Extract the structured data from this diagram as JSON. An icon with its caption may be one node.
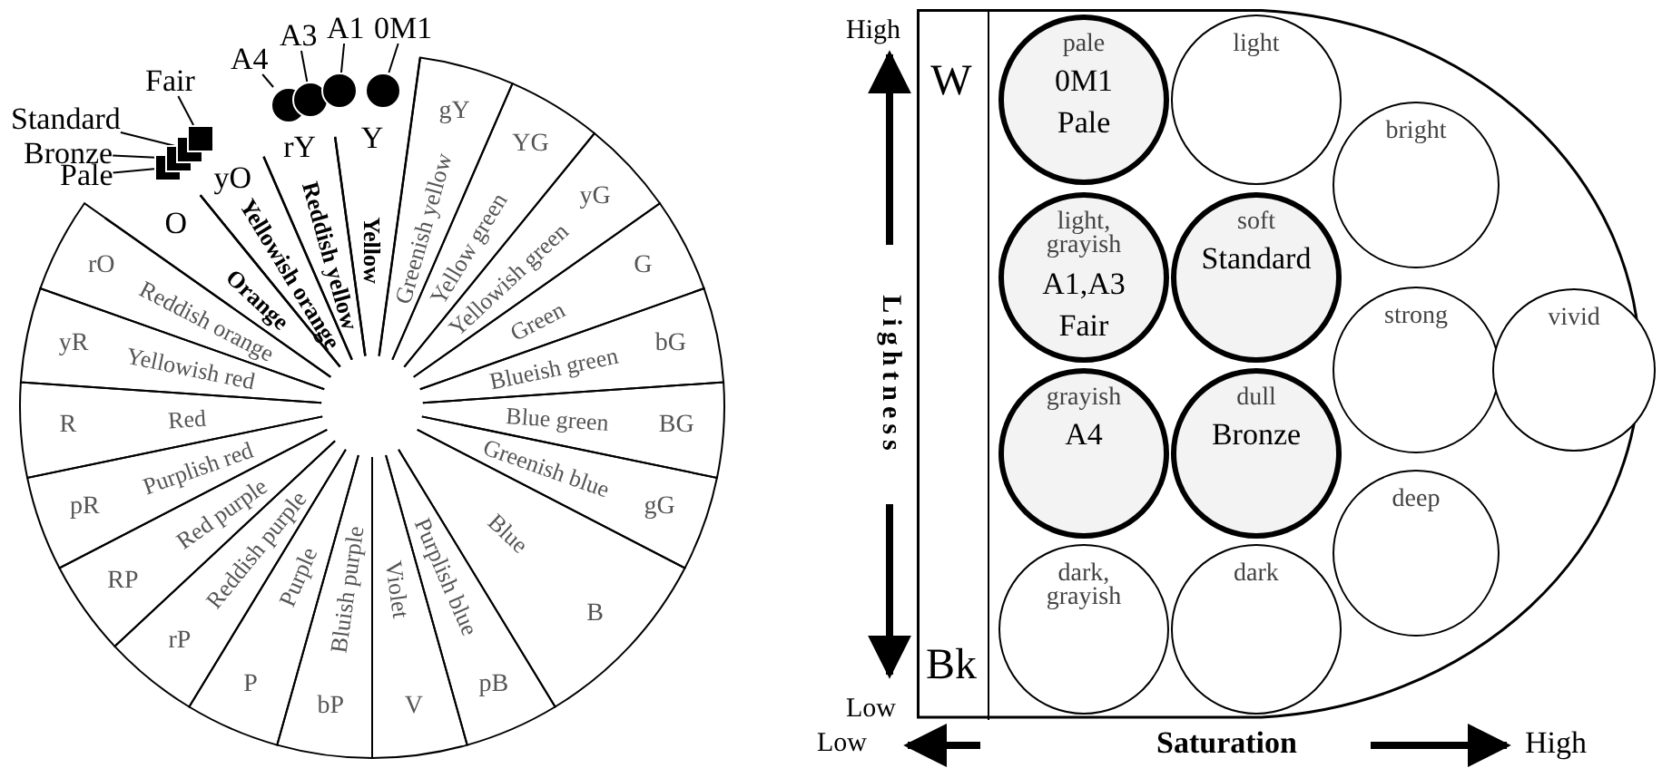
{
  "diagram": {
    "nodes": [
      {
        "text": [
          "Standard"
        ]
      },
      {
        "text": [
          "Bronze"
        ]
      },
      {
        "text": [
          "Pale"
        ]
      },
      {
        "text": [
          "Fair"
        ]
      },
      {
        "text": [
          "A4"
        ]
      },
      {
        "text": [
          "A3"
        ]
      },
      {
        "text": [
          "A1"
        ]
      },
      {
        "text": [
          "0M1"
        ]
      },
      {
        "text": [],
        "shape": "box"
      },
      {
        "text": [],
        "shape": "box"
      },
      {
        "text": [],
        "shape": "box"
      },
      {
        "text": [],
        "shape": "box"
      },
      {
        "text": [],
        "shape": "circle"
      },
      {
        "text": [],
        "shape": "circle"
      },
      {
        "text": [],
        "shape": "circle"
      },
      {
        "text": [],
        "shape": "circle"
      },
      {
        "text": [],
        "shape": "box"
      },
      {
        "text": [
          "W",
          "Bk"
        ],
        "in": 16
      },
      {
        "text": [
          "pale",
          "0M1",
          "Pale"
        ],
        "in": 16
      },
      {
        "text": [
          "light"
        ],
        "in": 16
      },
      {
        "text": [
          "bright"
        ],
        "in": 16
      },
      {
        "text": [
          "light, grayish",
          "A1,A3",
          "Fair"
        ],
        "in": 16
      },
      {
        "text": [
          "soft",
          "Standard"
        ],
        "in": 16
      },
      {
        "text": [
          "strong"
        ],
        "in": 16
      },
      {
        "text": [
          "vivid"
        ],
        "in": 16
      },
      {
        "text": [
          "grayish",
          "A4"
        ],
        "in": 16
      },
      {
        "text": [
          "dull",
          "Bronze"
        ],
        "in": 16
      },
      {
        "text": [
          "deep"
        ],
        "in": 16
      },
      {
        "text": [
          "dark, grayish"
        ],
        "in": 16
      },
      {
        "text": [
          "dark"
        ],
        "in": 16
      }
    ],
    "edges": [
      {
        "from": 0,
        "to": 10,
        "arrow": "none"
      },
      {
        "from": 1,
        "to": 9,
        "arrow": "none"
      },
      {
        "from": 2,
        "to": 8,
        "arrow": "none"
      },
      {
        "from": 3,
        "to": 11,
        "arrow": "none"
      },
      {
        "from": 4,
        "to": 12,
        "arrow": "none"
      },
      {
        "from": 5,
        "to": 13,
        "arrow": "none"
      },
      {
        "from": 6,
        "to": 14,
        "arrow": "none"
      },
      {
        "from": 7,
        "to": 15,
        "arrow": "none"
      }
    ],
    "labels": [
      "Y",
      "Yellow",
      "gY",
      "Greenish yellow",
      "YG",
      "Yellow green",
      "yG",
      "Yellowish green",
      "G",
      "Green",
      "bG",
      "Blueish green",
      "BG",
      "Blue green",
      "gG",
      "Greenish blue",
      "B",
      "Blue",
      "pB",
      "Purplish blue",
      "V",
      "Violet",
      "bP",
      "Bluish purple",
      "P",
      "Purple",
      "rP",
      "Reddish purple",
      "RP",
      "Red purple",
      "pR",
      "Purplish red",
      "R",
      "Red",
      "yR",
      "Yellowish red",
      "rO",
      "Reddish orange",
      "O",
      "Orange",
      "yO",
      "Yellowish orange",
      "rY",
      "Reddish yellow",
      "High",
      "Lightness",
      "Low",
      "Low",
      "Saturation",
      "High"
    ]
  }
}
